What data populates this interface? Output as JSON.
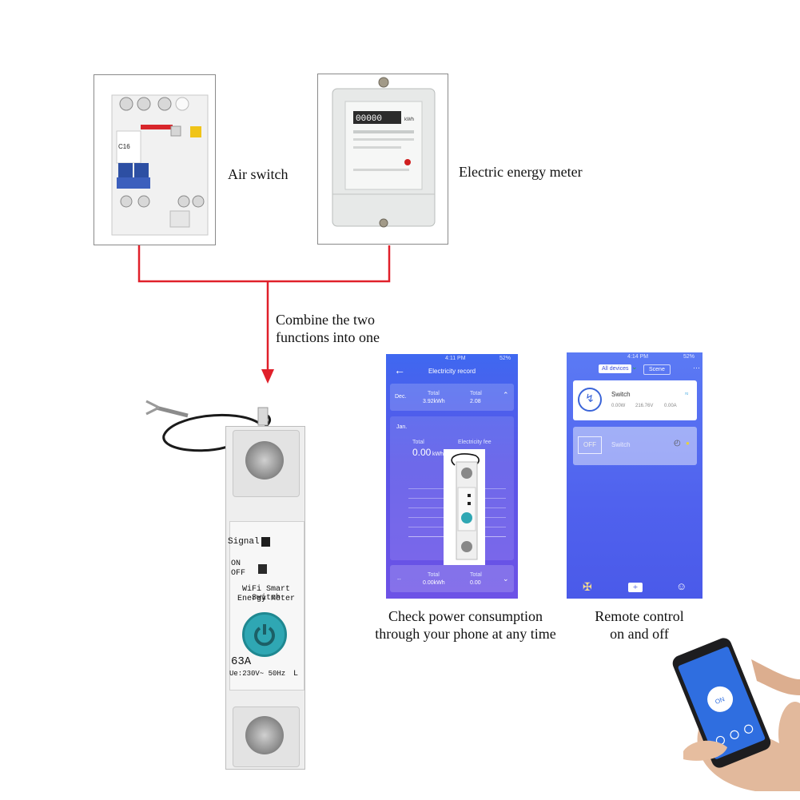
{
  "labels": {
    "air_switch": "Air switch",
    "energy_meter": "Electric energy meter",
    "combine_line1": "Combine the two",
    "combine_line2": "functions into one",
    "check_line1": "Check power consumption",
    "check_line2": "through your phone at any time",
    "remote_line1": "Remote control",
    "remote_line2": "on and off"
  },
  "device": {
    "signal": "Signal",
    "on": "ON",
    "off": "OFF",
    "title_line1": "WiFi Smart Switch",
    "title_line2": "Energy Meter",
    "rating": "63A",
    "spec": "Ue:230V~ 50Hz",
    "pole": "L"
  },
  "breaker": {
    "model_text": "C16"
  },
  "meter": {
    "digits": "00000",
    "unit": "kWh"
  },
  "phone_left": {
    "status_time": "4:11 PM",
    "battery": "52%",
    "title": "Electricity record",
    "month1": "Dec.",
    "total_label": "Total",
    "total_value": "3.92kWh",
    "fee_label": "Total",
    "fee_value": "2.08",
    "month2": "Jan.",
    "legend_total": "Total",
    "legend_fee": "Electricity fee",
    "big_value": "0.00",
    "big_unit": "kWh",
    "bottom_dash": "--",
    "bottom_total_label": "Total",
    "bottom_total_value": "0.00kWh",
    "bottom_fee_label": "Total",
    "bottom_fee_value": "0.00"
  },
  "phone_right": {
    "status_time": "4:14 PM",
    "battery": "52%",
    "tab_all": "All devices",
    "tab_scene": "Scene",
    "switch_name": "Switch",
    "power": "0.00W",
    "voltage": "216.76V",
    "current": "0.00A",
    "switch2_name": "Switch",
    "off_btn": "OFF"
  },
  "hand_phone": {
    "on_btn": "ON"
  },
  "colors": {
    "connector": "#e0202a",
    "app_blue": "#4f63ee",
    "teal_button": "#2fa7b3"
  }
}
